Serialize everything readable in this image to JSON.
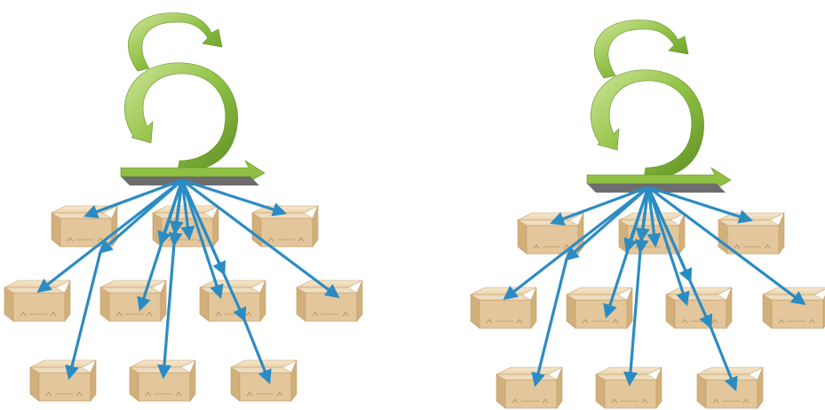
{
  "colors": {
    "background": "#ffffff",
    "arrow": "#2b8cc4",
    "swirl_light": "#b3d86a",
    "swirl_mid": "#8fc043",
    "swirl_dark": "#5e8f24",
    "hub_bar": "#6d6d6d",
    "box_top": "#f1dfc0",
    "box_front": "#e3c69b",
    "box_side": "#d2b07c",
    "box_edge": "#c49c62",
    "box_tape": "#eddcc0"
  },
  "icons": {
    "swirl": "green-swirl-arrow-icon",
    "box": "cardboard-box-icon",
    "arrow": "blue-distribution-arrow"
  },
  "diagrams": [
    {
      "name": "distribution-diagram-left",
      "box_count": 10,
      "arrow_count": 13
    },
    {
      "name": "distribution-diagram-right",
      "box_count": 10,
      "arrow_count": 13
    }
  ]
}
